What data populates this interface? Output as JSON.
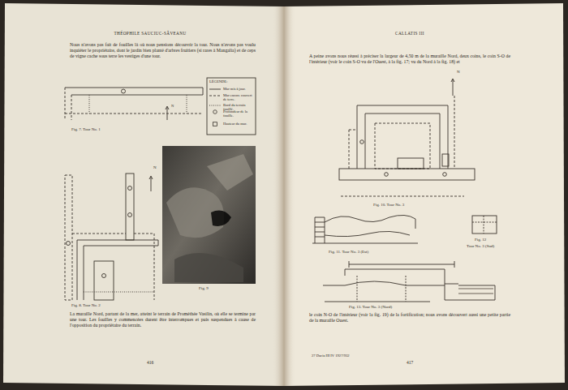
{
  "diagram": {
    "labels": [
      "THÉOPHILE SAUCIUC-SĂVEANU",
      "Nous n'avons pas fait de fouilles là où nous pensions découvrir la tour. Nous n'avons pas voulu inquiéter le propriétaire, dont le jardin bien planté d'arbres fruitiers (si rares à Mangalia) et de ceps de vigne cache sous terre les vestiges d'une tour.",
      "LÉGENDE:",
      "Fig. 7. Tour No. 1",
      "N",
      "N",
      "Fig. 9",
      "Fig. 8. Tour No. 2",
      "La muraille Nord, partant de la mer, atteint le terrain de Prométhée Vasilin, où elle se termine par une tour. Les fouilles y commencées durent être interrompues et puis suspendues à cause de l'opposition du propriétaire du terrain.",
      "416",
      "CALLATIS III",
      "A peine avons nous réussi à préciser la largeur de 4,50 m de la muraille Nord, deux coins, le coin S-O de l'intérieur (voir le coin S-O vu de l'Ouest, à la fig. 17; vu du Nord à la fig. 18) et",
      "N",
      "Fig. 10. Tour No. 3",
      "Fig. 11. Tour No. 3 (Est)",
      "Fig. 12",
      "Tour No. 3 (Sud)",
      "Fig. 13. Tour No. 3 (Nord)",
      "le coin N-O de l'intérieur (voir la fig. 19) de la fortification; nous avons découvert aussi une petite partie de la muraille Ouest.",
      "27 Dacia III IV 1927/932",
      "417"
    ],
    "legend": [
      {
        "text": "Mur mis à jour."
      },
      {
        "text": "Mur encore couvert de terre."
      },
      {
        "text": "Bord du terrain fouillé."
      },
      {
        "text": "Profondeur de la fouille."
      },
      {
        "text": "Hauteur du mur."
      }
    ]
  }
}
